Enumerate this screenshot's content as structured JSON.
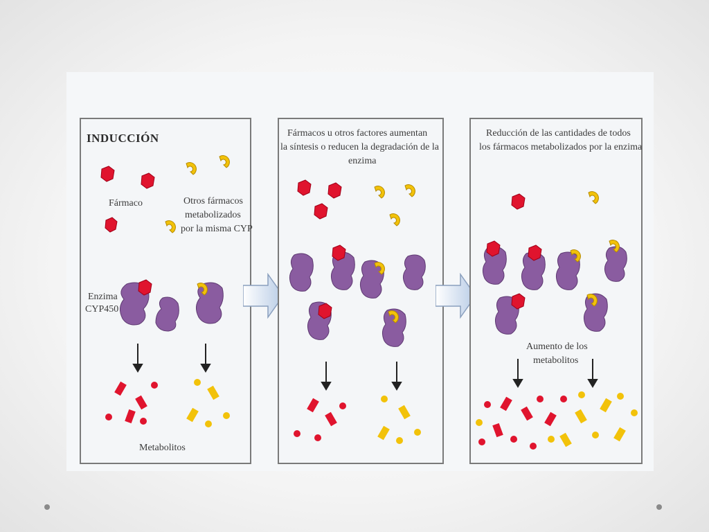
{
  "figure": {
    "panel_1": {
      "heading": "INDUCCIÓN",
      "drug_label": "Fármaco",
      "other_drugs_label": [
        "Otros fármacos",
        "metabolizados",
        "por la misma CYP"
      ],
      "enzyme_label": [
        "Enzima",
        "CYP450"
      ],
      "metabolites_label": "Metabolitos"
    },
    "panel_2": {
      "caption": [
        "Fármacos u otros factores aumentan",
        "la síntesis o reducen la degradación de la",
        "enzima"
      ]
    },
    "panel_3": {
      "caption": [
        "Reducción de las cantidades de todos",
        "los fármacos metabolizados por la enzima"
      ],
      "metabolites_label": [
        "Aumento de los",
        "metabolitos"
      ]
    }
  },
  "colors": {
    "drug": "#e0142e",
    "other_drug": "#f2c20a",
    "enzyme": "#8a5ca0",
    "arrow": "#c9d8ea",
    "panel_border": "#7a7a7a"
  }
}
